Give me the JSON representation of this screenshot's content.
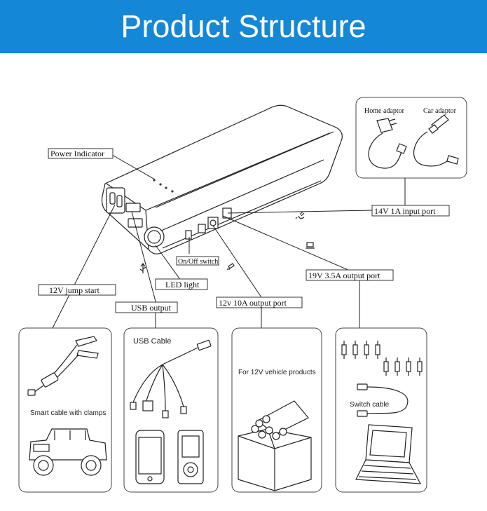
{
  "header": {
    "title": "Product Structure"
  },
  "labels": {
    "power_indicator": "Power Indicator",
    "input_port": "14V 1A input port",
    "output_19v": "19V 3.5A output port",
    "output_12v": "12v 10A output port",
    "on_off_switch": "On/Off switch",
    "led_light": "LED light",
    "usb_output": "USB output",
    "jump_start": "12V jump start"
  },
  "adaptors": {
    "home": "Home adaptor",
    "car": "Car adaptor"
  },
  "panels": {
    "jump": {
      "caption": "Smart cable with clamps"
    },
    "usb": {
      "caption": "USB Cable"
    },
    "vehicle": {
      "caption": "For 12V vehicle products"
    },
    "laptop": {
      "caption": "Switch cable"
    }
  },
  "colors": {
    "header": "#1487d6",
    "header_text": "#ffffff"
  },
  "icons": [
    "power-plug-icon",
    "laptop-icon",
    "car-socket-icon",
    "usb-icon"
  ]
}
